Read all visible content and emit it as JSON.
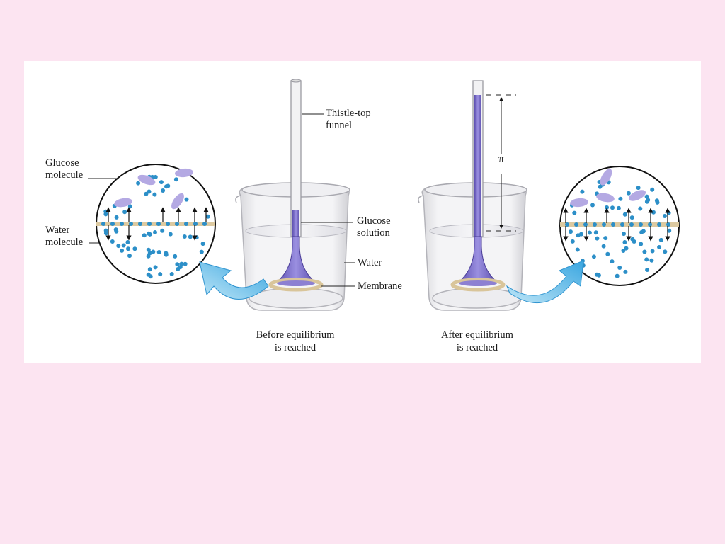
{
  "labels": {
    "funnel": [
      "Thistle-top",
      "funnel"
    ],
    "glucose_solution": [
      "Glucose",
      "solution"
    ],
    "water": "Water",
    "membrane": "Membrane",
    "glucose_molecule": [
      "Glucose",
      "molecule"
    ],
    "water_molecule": [
      "Water",
      "molecule"
    ],
    "pi": "π"
  },
  "captions": {
    "before": [
      "Before equilibrium",
      "is reached"
    ],
    "after": [
      "After equilibrium",
      "is reached"
    ]
  },
  "colors": {
    "page_background": "#fce4f1",
    "solution": "#7d6fc7",
    "water_molecule": "#2c8fc8",
    "membrane": "#dcc9a0",
    "arrow": "#5bb8e8"
  }
}
